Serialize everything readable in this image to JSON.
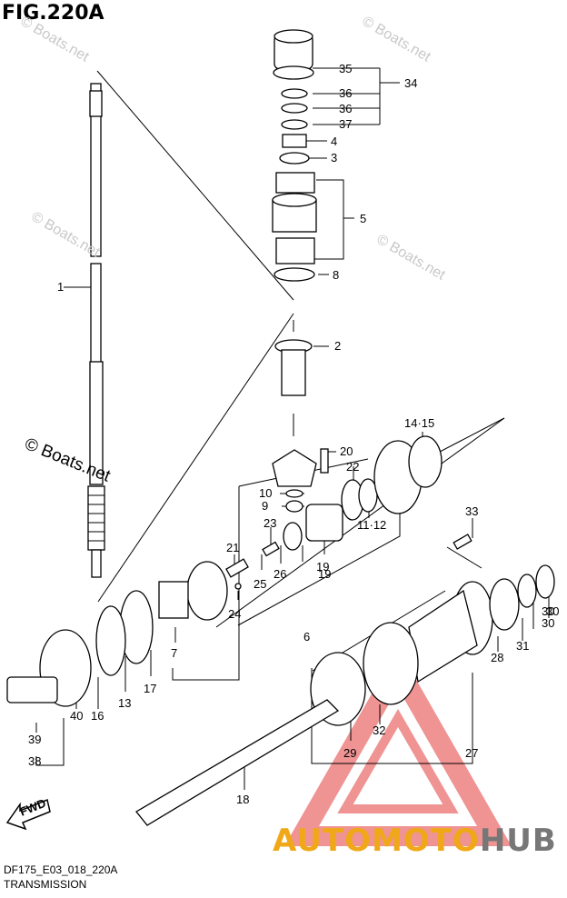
{
  "title": "FIG.220A",
  "footer": {
    "code": "DF175_E03_018_220A",
    "name": "TRANSMISSION"
  },
  "copyright": "© Boats.net",
  "watermark": "© Boats.net",
  "logo": {
    "part1": "AUTO",
    "part2": "MOTO",
    "part3": "HUB"
  },
  "fwd_label": "FWD",
  "colors": {
    "logo_orange": "#f0a818",
    "logo_gray": "#777777",
    "triangle_red": "#e23b3b"
  },
  "part_numbers": [
    "1",
    "2",
    "3",
    "4",
    "5",
    "6",
    "7",
    "8",
    "9",
    "10",
    "11·12",
    "13",
    "14·15",
    "16",
    "17",
    "18",
    "19",
    "20",
    "21",
    "22",
    "23",
    "24",
    "25",
    "26",
    "27",
    "28",
    "29",
    "30",
    "31",
    "32",
    "33",
    "34",
    "35",
    "36",
    "37",
    "38",
    "39",
    "40"
  ]
}
